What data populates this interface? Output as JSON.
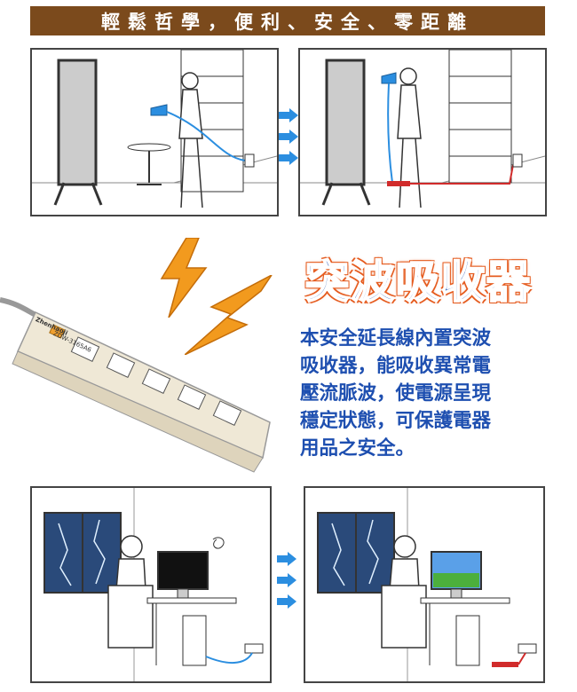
{
  "banner": {
    "slogan": "輕鬆哲學，便利、安全、零距離"
  },
  "surge": {
    "title": "突波吸收器",
    "description": "本安全延長線內置突波\n吸收器，能吸收異常電\n壓流脈波，使電源呈現\n穩定狀態，可保護電器\n用品之安全。"
  },
  "product": {
    "logo": "Zhenhaoji",
    "model": "ZDW-3165A6"
  },
  "icons": {
    "arrow": "arrow-right-icon",
    "lightning": "lightning-bolt-icon",
    "power_strip": "power-strip-icon"
  },
  "colors": {
    "banner": "#7b4a1c",
    "text_blue": "#1e4fb0",
    "arrow_blue": "#2b8ee0",
    "bolt_orange": "#f29a1e",
    "cable_red": "#d12b2b",
    "cable_blue": "#2b8ee0"
  }
}
